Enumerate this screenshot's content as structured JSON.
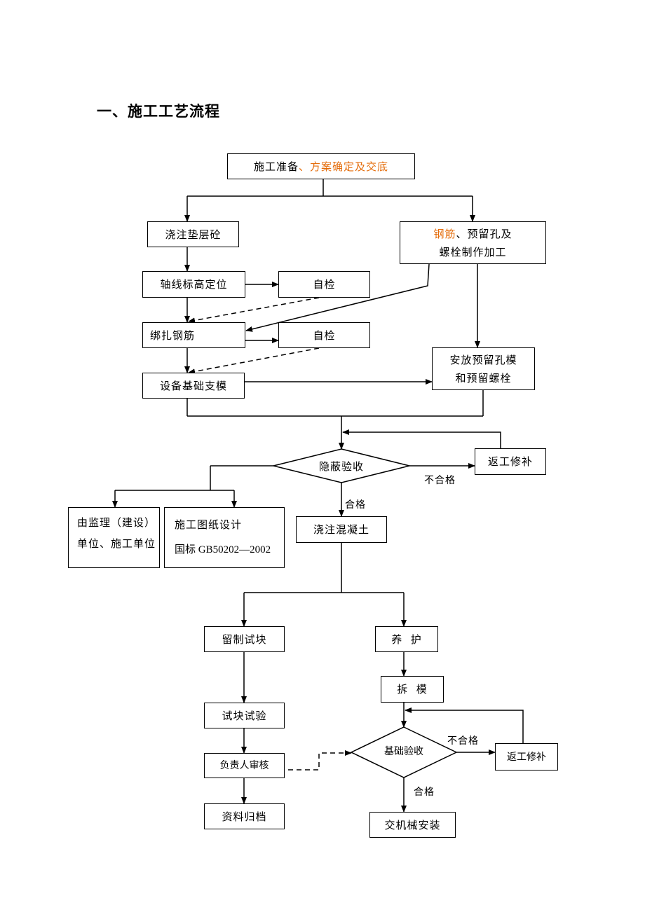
{
  "heading": "一、施工工艺流程",
  "nodes": {
    "prep_black": "施工准备",
    "prep_orange": "、方案确定及交底",
    "pour_cushion": "浇注垫层砼",
    "rebar_orange": "钢筋",
    "rebar_rest_line1": "、预留孔及",
    "rebar_line2": "螺栓制作加工",
    "axis_position": "轴线标高定位",
    "self_check_1": "自检",
    "tie_rebar": "绑扎钢筋",
    "self_check_2": "自检",
    "install_hole_line1": "安放预留孔模",
    "install_hole_line2": "和预留螺栓",
    "formwork": "设备基础支模",
    "hidden_inspection": "隐蔽验收",
    "rework_1": "返工修补",
    "fail_1": "不合格",
    "pass_1": "合格",
    "supervisor_line1": "由监理（建设）",
    "supervisor_line2": "单位、施工单位",
    "standard_line1": "施工图纸设计",
    "standard_line2": "国标 GB50202—2002",
    "pour_concrete": "浇注混凝土",
    "test_block": "留制试块",
    "curing": "养  护",
    "block_test": "试块试验",
    "remove_form": "拆  模",
    "review": "负责人审核",
    "foundation_inspection": "基础验收",
    "fail_2": "不合格",
    "rework_2": "返工修补",
    "archive": "资料归档",
    "pass_2": "合格",
    "handover": "交机械安装"
  },
  "colors": {
    "line": "#000000",
    "accent": "#e46c0a"
  }
}
